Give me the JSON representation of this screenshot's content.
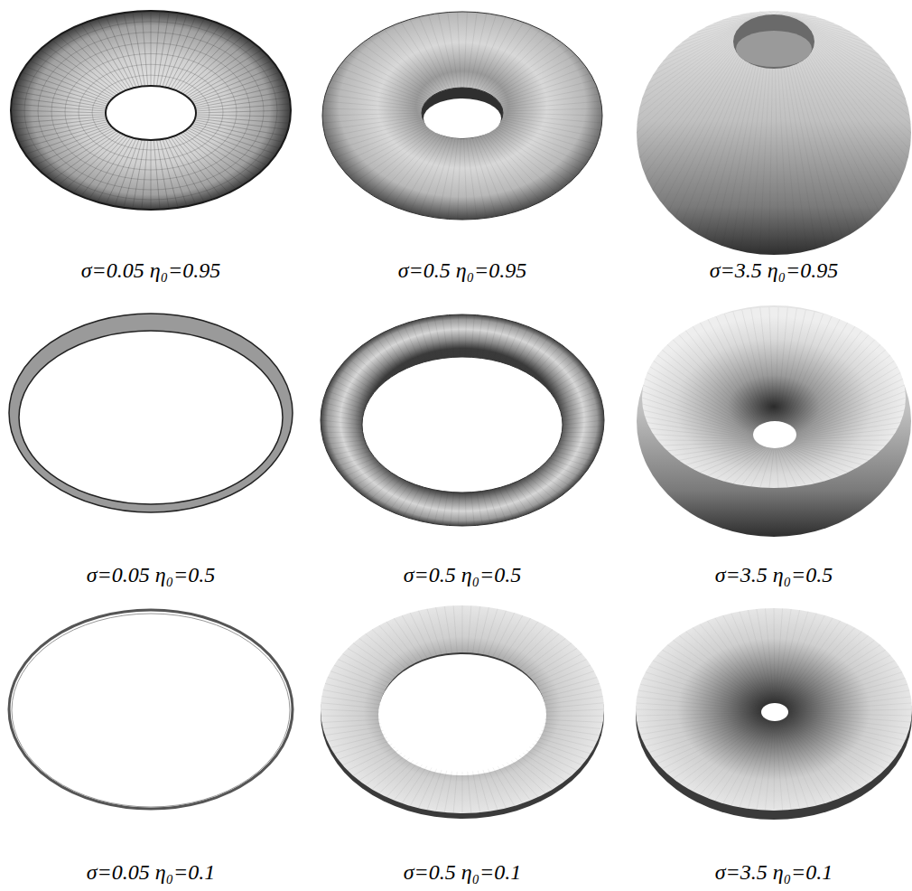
{
  "diagram": {
    "labels": [
      "σ=0.05 η₀=0.95",
      "σ=0.5 η₀=0.95",
      "σ=3.5 η₀=0.95",
      "σ=0.05 η₀=0.5",
      "σ=0.5 η₀=0.5",
      "σ=3.5 η₀=0.5",
      "σ=0.05 η₀=0.1",
      "σ=0.5 η₀=0.1",
      "σ=3.5 η₀=0.1"
    ]
  }
}
